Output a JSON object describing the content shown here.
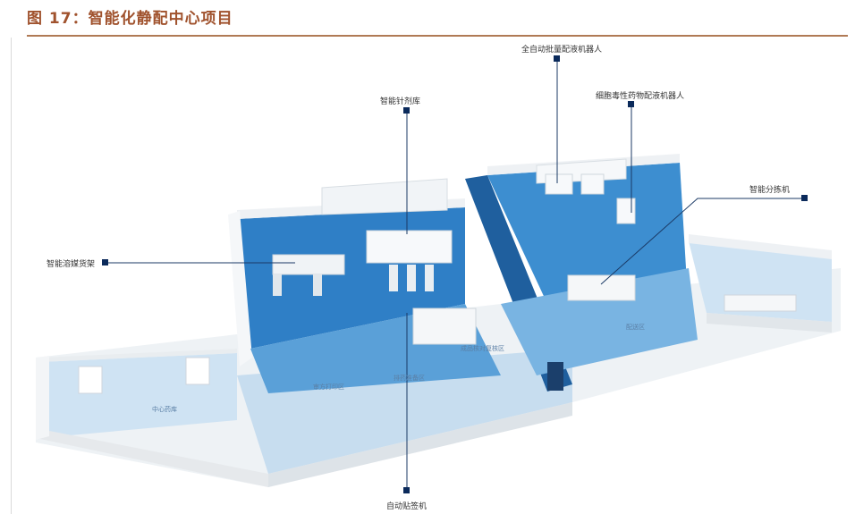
{
  "figure": {
    "title": "图 17：智能化静配中心项目"
  },
  "callouts": {
    "robot_batch": "全自动批量配液机器人",
    "robot_cytotoxic": "细胞毒性药物配液机器人",
    "needle_storage": "智能针剂库",
    "sorter": "智能分拣机",
    "solvent_shelf": "智能溶媒货架",
    "labeler": "自动贴签机"
  },
  "room_labels": {
    "center_hall": "中心药库",
    "office": "审方打印区",
    "storage_area": "排药准备区",
    "lab": "成品核对复核区",
    "delivery": "配送区"
  },
  "colors": {
    "title": "#a0522d",
    "rule": "#b07a55",
    "floor_blue": "#2f7fc6",
    "floor_light": "#bcd8ee",
    "wall": "#f4f6f8",
    "marker": "#0b2a5b"
  }
}
